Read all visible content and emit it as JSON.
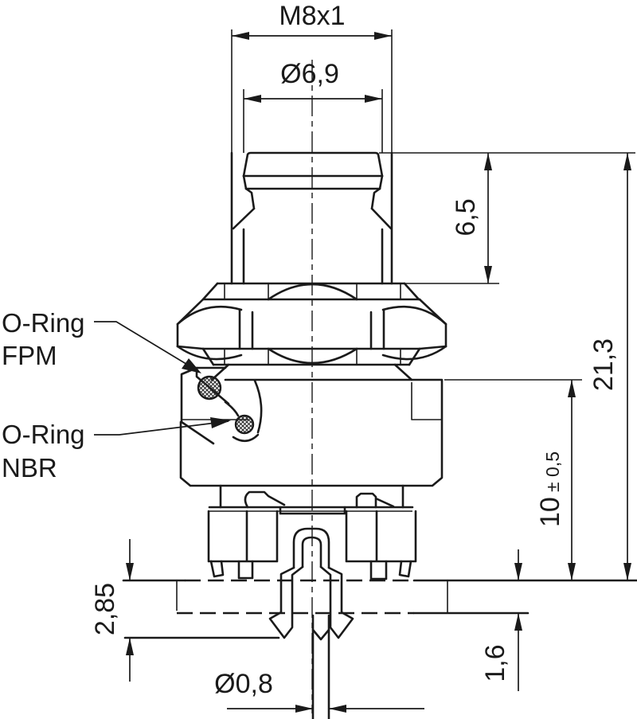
{
  "drawing": {
    "type": "technical-dimension-drawing",
    "subject": "M8 panel-mount connector, front view with solder pins and snap-in latch",
    "units_style": "millimeters, comma decimal separator",
    "colors": {
      "line": "#1a1a1a",
      "background": "#ffffff"
    }
  },
  "dimensions": {
    "thread": "M8x1",
    "cap_diameter": "Ø6,9",
    "mating_length": "6,5",
    "total_length": "21,3",
    "mount_height_main": "10",
    "mount_height_tol": "± 0,5",
    "snap_depth": "2,85",
    "panel_thickness": "1,6",
    "pin_diameter": "Ø0,8"
  },
  "callouts": {
    "oring1_line1": "O-Ring",
    "oring1_line2": "FPM",
    "oring2_line1": "O-Ring",
    "oring2_line2": "NBR"
  }
}
